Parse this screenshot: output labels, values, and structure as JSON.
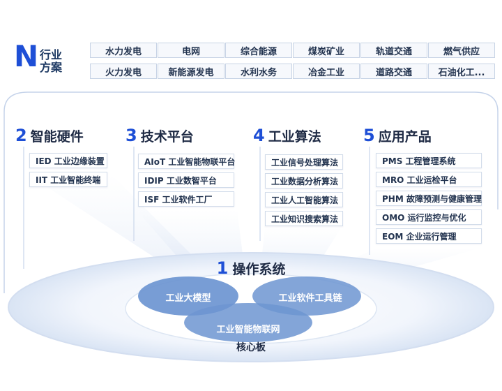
{
  "header": {
    "n": "N",
    "title": "行业方案"
  },
  "industries": [
    [
      "水力发电",
      "电网",
      "综合能源",
      "煤炭矿业",
      "轨道交通",
      "燃气供应"
    ],
    [
      "火力发电",
      "新能源发电",
      "水利水务",
      "冶金工业",
      "道路交通",
      "石油化工..."
    ]
  ],
  "sections": [
    {
      "num": "2",
      "title": "智能硬件",
      "items": [
        "IED 工业边缘装置",
        "IIT 工业智能终端"
      ]
    },
    {
      "num": "3",
      "title": "技术平台",
      "items": [
        "AIoT 工业智能物联平台",
        "IDIP 工业数智平台",
        "ISF 工业软件工厂"
      ]
    },
    {
      "num": "4",
      "title": "工业算法",
      "items": [
        "工业信号处理算法",
        "工业数据分析算法",
        "工业人工智能算法",
        "工业知识搜索算法"
      ]
    },
    {
      "num": "5",
      "title": "应用产品",
      "items": [
        "PMS 工程管理系统",
        "MRO 工业运检平台",
        "PHM 故障预测与健康管理",
        "OMO 运行监控与优化",
        "EOM 企业运行管理"
      ]
    }
  ],
  "os": {
    "num": "1",
    "title": "操作系统",
    "circles": [
      "工业大模型",
      "工业软件工具链",
      "工业智能物联网"
    ],
    "board": "核心板"
  },
  "colors": {
    "accent": "#1e4fd6",
    "circle": "#6d95d1",
    "outline": "#b9c9e3"
  }
}
